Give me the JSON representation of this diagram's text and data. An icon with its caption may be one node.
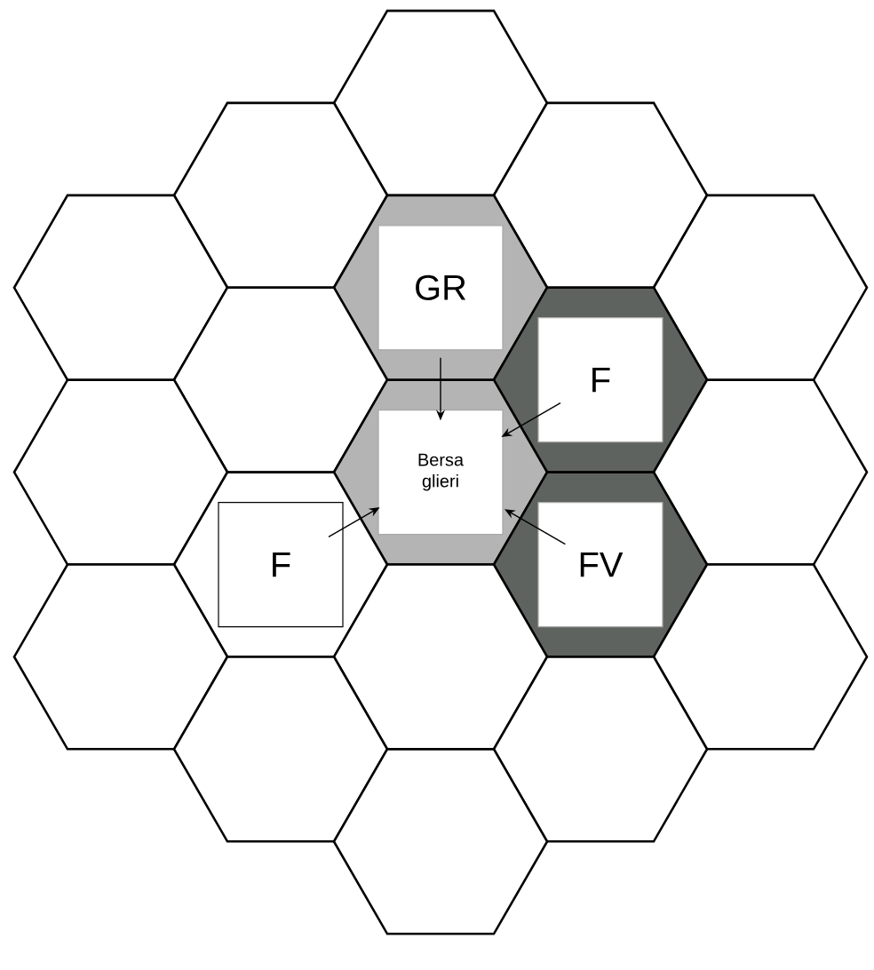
{
  "diagram": {
    "nodes": [
      {
        "text": [],
        "shape": "hexagon"
      },
      {
        "text": [],
        "shape": "hexagon"
      },
      {
        "text": [],
        "shape": "hexagon"
      },
      {
        "text": [],
        "shape": "hexagon"
      },
      {
        "text": [
          "GR"
        ]
      },
      {
        "text": [],
        "shape": "hexagon"
      },
      {
        "text": [],
        "shape": "hexagon"
      },
      {
        "text": [
          "F"
        ]
      },
      {
        "text": [],
        "shape": "hexagon"
      },
      {
        "text": [
          "Bersa glieri"
        ]
      },
      {
        "text": [],
        "shape": "hexagon"
      },
      {
        "text": [
          "F"
        ]
      },
      {
        "text": [
          "FV"
        ]
      },
      {
        "text": [],
        "shape": "hexagon"
      },
      {
        "text": [],
        "shape": "hexagon"
      },
      {
        "text": [],
        "shape": "hexagon"
      },
      {
        "text": [],
        "shape": "hexagon"
      },
      {
        "text": [],
        "shape": "hexagon"
      },
      {
        "text": [],
        "shape": "hexagon"
      }
    ],
    "edges": [
      {
        "from": 4,
        "to": 9,
        "arrow": "to"
      },
      {
        "from": 7,
        "to": 9,
        "arrow": "to"
      },
      {
        "from": 12,
        "to": 9,
        "arrow": "to"
      },
      {
        "from": 11,
        "to": 9,
        "arrow": "to"
      }
    ]
  }
}
